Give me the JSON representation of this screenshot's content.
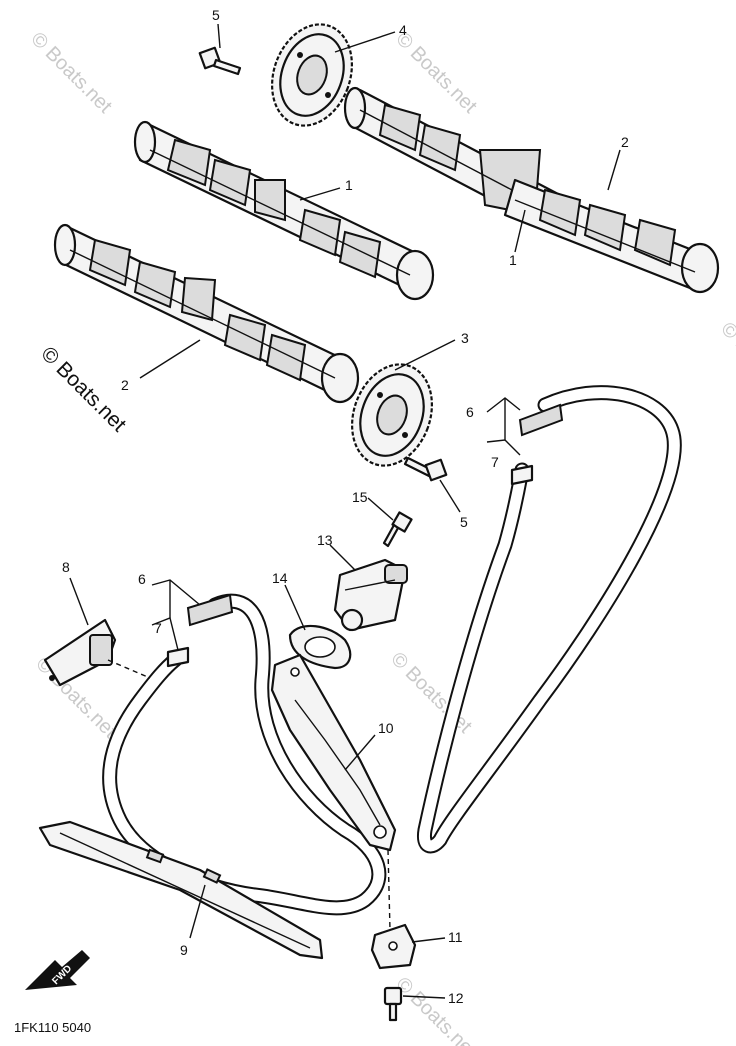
{
  "callouts": {
    "c1a": "1",
    "c1b": "1",
    "c2a": "2",
    "c2b": "2",
    "c3": "3",
    "c4": "4",
    "c5a": "5",
    "c5b": "5",
    "c6a": "6",
    "c6b": "6",
    "c7a": "7",
    "c7b": "7",
    "c8": "8",
    "c9": "9",
    "c10": "10",
    "c11": "11",
    "c12": "12",
    "c13": "13",
    "c14": "14",
    "c15": "15"
  },
  "watermark": {
    "main": "© Boats.net",
    "faint": "© Boats.net"
  },
  "diagram_code": "1FK110 5040",
  "forward_label": "FWD",
  "icons": [
    "camshaft",
    "cam-sprocket",
    "bolt",
    "timing-chain",
    "chain-guide",
    "tensioner",
    "gasket",
    "stopper-guide",
    "front-arrow"
  ]
}
